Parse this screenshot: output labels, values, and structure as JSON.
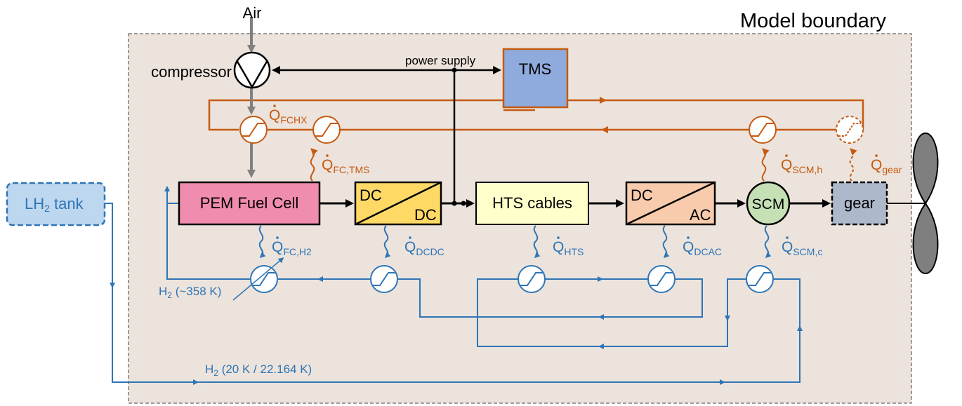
{
  "title": "Model boundary",
  "labels": {
    "air": "Air",
    "compressor": "compressor",
    "power_supply": "power supply",
    "tms": "TMS",
    "lh2_tank": {
      "main": "LH",
      "sub": "2",
      "suffix": " tank"
    },
    "pem": "PEM Fuel Cell",
    "dcdc": {
      "top": "DC",
      "bottom": "DC"
    },
    "hts": "HTS cables",
    "dcac": {
      "top": "DC",
      "bottom": "AC"
    },
    "scm": "SCM",
    "gear": "gear",
    "h2_hot": {
      "main": "H",
      "sub": "2",
      "rest": " (~358 K)"
    },
    "h2_cold": {
      "main": "H",
      "sub": "2",
      "rest": " (20 K / 22.164 K)"
    }
  },
  "heat_flows": [
    {
      "id": "fchx",
      "symbol": "Q",
      "sub": "FCHX",
      "color": "orange"
    },
    {
      "id": "fc_tms",
      "symbol": "Q",
      "sub": "FC,TMS",
      "color": "orange"
    },
    {
      "id": "scm_h",
      "symbol": "Q",
      "sub": "SCM,h",
      "color": "orange"
    },
    {
      "id": "gear",
      "symbol": "Q",
      "sub": "gear",
      "color": "orange"
    },
    {
      "id": "fc_h2",
      "symbol": "Q",
      "sub": "FC,H2",
      "color": "blue"
    },
    {
      "id": "dcdc",
      "symbol": "Q",
      "sub": "DCDC",
      "color": "blue"
    },
    {
      "id": "hts",
      "symbol": "Q",
      "sub": "HTS",
      "color": "blue"
    },
    {
      "id": "dcac",
      "symbol": "Q",
      "sub": "DCAC",
      "color": "blue"
    },
    {
      "id": "scm_c",
      "symbol": "Q",
      "sub": "SCM,c",
      "color": "blue"
    }
  ],
  "colors": {
    "boundary_bg": "#ece3dc",
    "blue_line": "#2e75b6",
    "orange_line": "#c55a11",
    "grey_line": "#808080",
    "pem_fill": "#f08cae",
    "dcdc_fill": "#ffd966",
    "hts_fill": "#ffffcc",
    "dcac_fill": "#f8cbad",
    "scm_fill": "#c5e0b4",
    "gear_fill": "#adb9ca",
    "tms_fill": "#8faadc",
    "tank_fill": "#bdd7ee",
    "propeller": "#7f7f7f"
  }
}
